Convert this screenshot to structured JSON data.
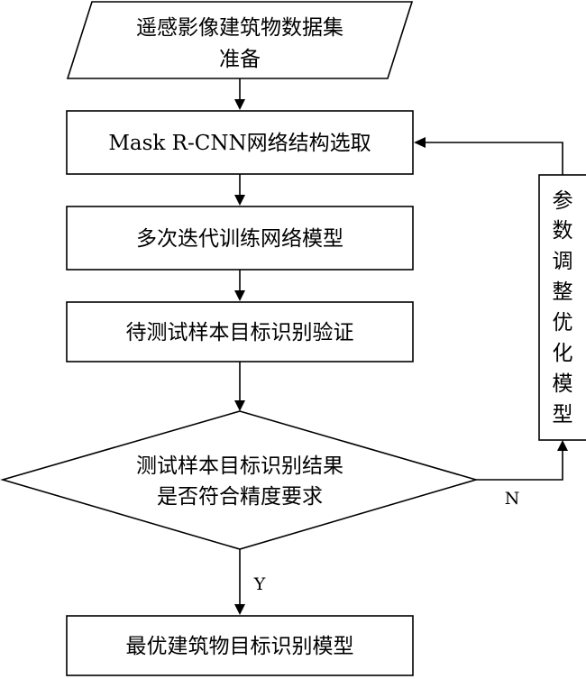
{
  "flowchart": {
    "start": {
      "line1": "遥感影像建筑物数据集",
      "line2": "准备"
    },
    "step1": "Mask R-CNN网络结构选取",
    "step2": "多次迭代训练网络模型",
    "step3": "待测试样本目标识别验证",
    "decision": {
      "line1": "测试样本目标识别结果",
      "line2": "是否符合精度要求"
    },
    "side_box": [
      "参",
      "数",
      "调",
      "整",
      "优",
      "化",
      "模",
      "型"
    ],
    "yes_label": "Y",
    "no_label": "N",
    "end": "最优建筑物目标识别模型"
  }
}
